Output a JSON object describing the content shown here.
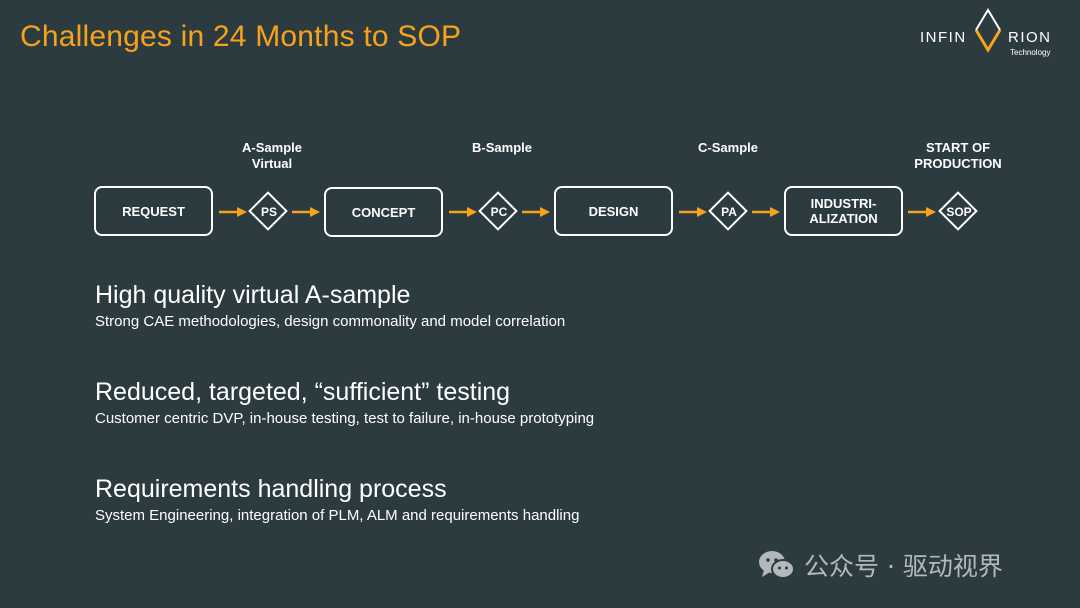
{
  "title": "Challenges in 24 Months to SOP",
  "logo": {
    "left_text": "INFIN",
    "right_text": "RION",
    "sub": "Technology",
    "accent": "#f7a21b"
  },
  "milestones": [
    "A-Sample\nVirtual",
    "B-Sample",
    "C-Sample",
    "START OF\nPRODUCTION"
  ],
  "stages": [
    "REQUEST",
    "CONCEPT",
    "DESIGN",
    "INDUSTRI-\nALIZATION"
  ],
  "gates": [
    "PS",
    "PC",
    "PA",
    "SOP"
  ],
  "points": [
    {
      "heading": "High quality virtual A-sample",
      "sub": "Strong CAE methodologies, design commonality and model correlation"
    },
    {
      "heading": "Reduced, targeted, “sufficient” testing",
      "sub": "Customer centric DVP, in-house testing, test to failure, in-house prototyping"
    },
    {
      "heading": "Requirements handling process",
      "sub": "System Engineering, integration of PLM, ALM and requirements handling"
    }
  ],
  "watermark": "公众号 · 驱动视界",
  "colors": {
    "background": "#2c3b3f",
    "accent": "#f7a21b",
    "foreground": "#ffffff"
  }
}
